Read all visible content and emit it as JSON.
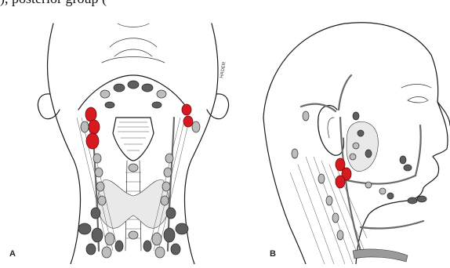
{
  "caption_fragment": "), posterior group (",
  "panels": [
    {
      "letter": "A"
    },
    {
      "letter": "B"
    }
  ],
  "signature": "HADER",
  "colors": {
    "highlighted_node": "#d71920",
    "dark_node": "#5e5e5e",
    "light_node": "#bdbdbd",
    "line_art": "#1a1a1a"
  }
}
